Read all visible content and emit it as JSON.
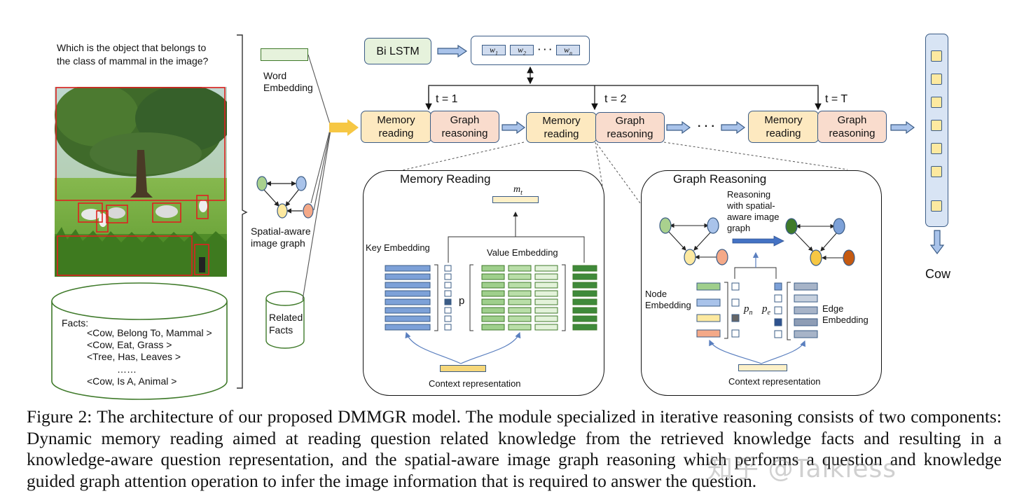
{
  "question": [
    "Which is the object that belongs to",
    "the class of mammal in the image?"
  ],
  "facts": {
    "title": "Facts:",
    "items": [
      "<Cow, Belong To, Mammal >",
      "<Cow, Eat, Grass >",
      "<Tree, Has, Leaves >",
      "……",
      "<Cow, Is A, Animal >"
    ]
  },
  "inputs": {
    "word_embedding": [
      "Word",
      "Embedding"
    ],
    "image_graph": [
      "Spatial-aware",
      "image graph"
    ],
    "related_facts": [
      "Related",
      "Facts"
    ]
  },
  "bilstm": {
    "label": "Bi LSTM",
    "tokens": [
      "w1",
      "w2",
      "wn"
    ],
    "ellipsis": "· · ·"
  },
  "steps": [
    {
      "t": "t = 1",
      "memory": [
        "Memory",
        "reading"
      ],
      "graph": [
        "Graph",
        "reasoning"
      ]
    },
    {
      "t": "t = 2",
      "memory": [
        "Memory",
        "reading"
      ],
      "graph": [
        "Graph",
        "reasoning"
      ]
    },
    {
      "t": "t = T",
      "memory": [
        "Memory",
        "reading"
      ],
      "graph": [
        "Graph",
        "reasoning"
      ]
    }
  ],
  "steps_ellipsis": "· · ·",
  "memory_reading": {
    "title": "Memory Reading",
    "output": "m_t",
    "key": "Key Embedding",
    "value": "Value Embedding",
    "p": "p",
    "context": "Context representation"
  },
  "graph_reasoning": {
    "title": "Graph Reasoning",
    "reasoning": [
      "Reasoning",
      "with spatial-",
      "aware image",
      "graph"
    ],
    "node": [
      "Node",
      "Embedding"
    ],
    "edge": [
      "Edge",
      "Embedding"
    ],
    "pn": "p_n",
    "pe": "p_e",
    "context": "Context representation"
  },
  "answer": "Cow",
  "caption": "Figure 2: The architecture of our proposed DMMGR model. The module specialized in iterative reasoning consists of two components: Dynamic memory reading aimed at reading question related knowledge from the retrieved knowledge facts and resulting in a knowledge-aware question representation, and the spatial-aware image graph reasoning which performs a question and knowledge guided graph attention operation to infer the image information that is required to answer the question.",
  "watermark": "知乎 @Talkless",
  "colors": {
    "memory_box": "#fde9c0",
    "graph_box": "#f9dccd",
    "bilstm_box": "#e6f2dc",
    "blue_bar": "#7da1d8",
    "green_bar": "#9fcf8c",
    "dark_green_bar": "#3f8a3a",
    "bounding_box": "#e02020"
  }
}
